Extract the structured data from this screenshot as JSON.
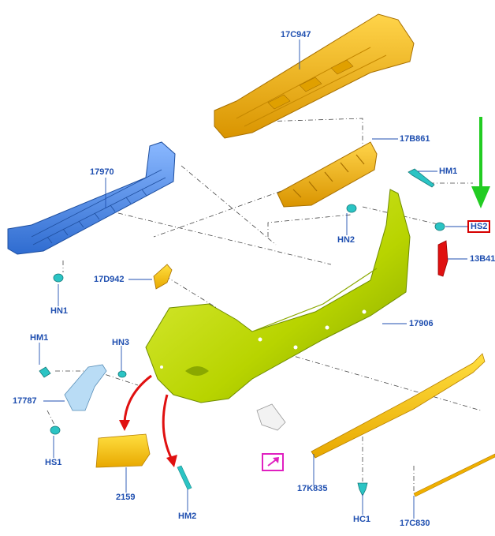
{
  "colors": {
    "label": "#1f4fb0",
    "part_orange": "#f2b000",
    "part_blue": "#3f7fe0",
    "part_green": "#b5d400",
    "part_teal": "#2bc4c4",
    "part_red": "#e01010",
    "arrow_green": "#22cc22",
    "arrow_red": "#e01010",
    "marker_magenta": "#e020c0"
  },
  "labels": {
    "17C947": "17C947",
    "17B861": "17B861",
    "HM1_top": "HM1",
    "17970": "17970",
    "HN2": "HN2",
    "HS2": "HS2",
    "13B41": "13B41",
    "17D942": "17D942",
    "HN1": "HN1",
    "17906": "17906",
    "HM1_left": "HM1",
    "HN3": "HN3",
    "17787": "17787",
    "HS1": "HS1",
    "2159": "2159",
    "HM2": "HM2",
    "17K835": "17K835",
    "HC1": "HC1",
    "17C830": "17C830"
  },
  "icons": {
    "pointer": "arrow-in-box-icon",
    "highlight": "green-down-arrow-icon"
  }
}
